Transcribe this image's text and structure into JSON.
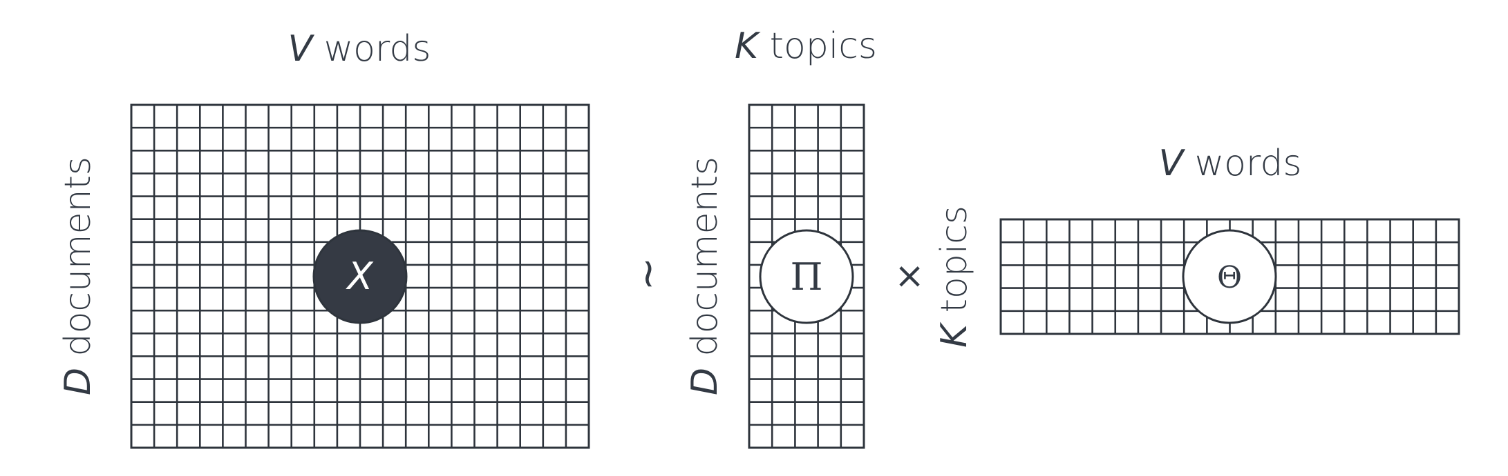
{
  "colors": {
    "ink": "#2e343c",
    "text": "#333a44",
    "filled_circle": "#353a44",
    "white": "#ffffff"
  },
  "matrices": {
    "x": {
      "var": "V",
      "top_label": " words",
      "side_var": "D",
      "side_label": " documents",
      "symbol": "X",
      "rows": 15,
      "cols": 20
    },
    "pi": {
      "var": "K",
      "top_label": " topics",
      "side_var": "D",
      "side_label": " documents",
      "symbol": "Π",
      "rows": 15,
      "cols": 5
    },
    "theta": {
      "var": "V",
      "top_label": " words",
      "side_var": "K",
      "side_label": " topics",
      "symbol": "Θ",
      "rows": 5,
      "cols": 20
    }
  },
  "operators": {
    "approx": "~",
    "times": "×"
  }
}
